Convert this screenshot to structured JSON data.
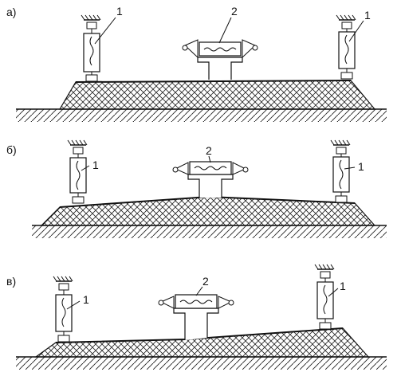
{
  "panels": [
    {
      "label": "а)",
      "callouts": [
        "1",
        "2",
        "1"
      ]
    },
    {
      "label": "б)",
      "callouts": [
        "1",
        "2",
        "1"
      ]
    },
    {
      "label": "в)",
      "callouts": [
        "1",
        "2",
        "1"
      ]
    }
  ]
}
